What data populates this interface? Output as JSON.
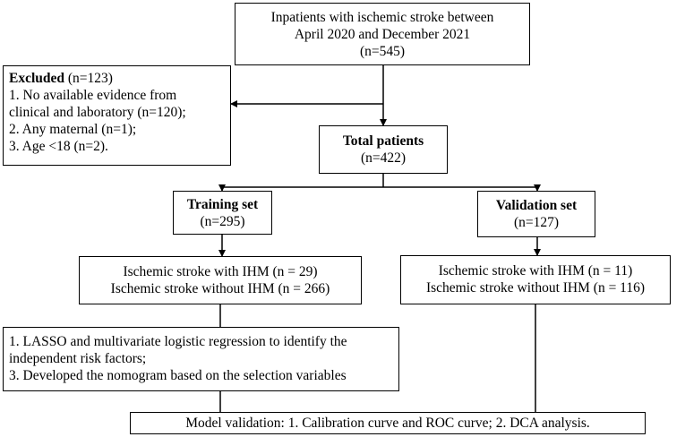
{
  "diagram": {
    "inpatients": {
      "line1": "Inpatients with ischemic stroke between",
      "line2": "April 2020 and December 2021",
      "line3": "(n=545)"
    },
    "excluded": {
      "title": "Excluded",
      "count": " (n=123)",
      "line1": "1. No available  evidence from",
      "line2": "clinical and laboratory (n=120);",
      "line3": "2. Any maternal (n=1);",
      "line4": "3. Age <18 (n=2)."
    },
    "total": {
      "title": "Total patients",
      "count": "(n=422)"
    },
    "training": {
      "title": "Training set",
      "count": "(n=295)"
    },
    "validation": {
      "title": "Validation set",
      "count": "(n=127)"
    },
    "training_ihm": {
      "line1": "Ischemic stroke with IHM (n = 29)",
      "line2": "Ischemic stroke without IHM (n = 266)"
    },
    "validation_ihm": {
      "line1": "Ischemic stroke with IHM (n = 11)",
      "line2": "Ischemic stroke without IHM (n = 116)"
    },
    "methods": {
      "line1": "1. LASSO and multivariate logistic regression to identify the",
      "line2": "independent risk factors;",
      "line3": "3. Developed the nomogram based on the selection variables"
    },
    "model_validation": {
      "text": "Model validation: 1. Calibration curve and ROC curve; 2. DCA analysis."
    }
  }
}
